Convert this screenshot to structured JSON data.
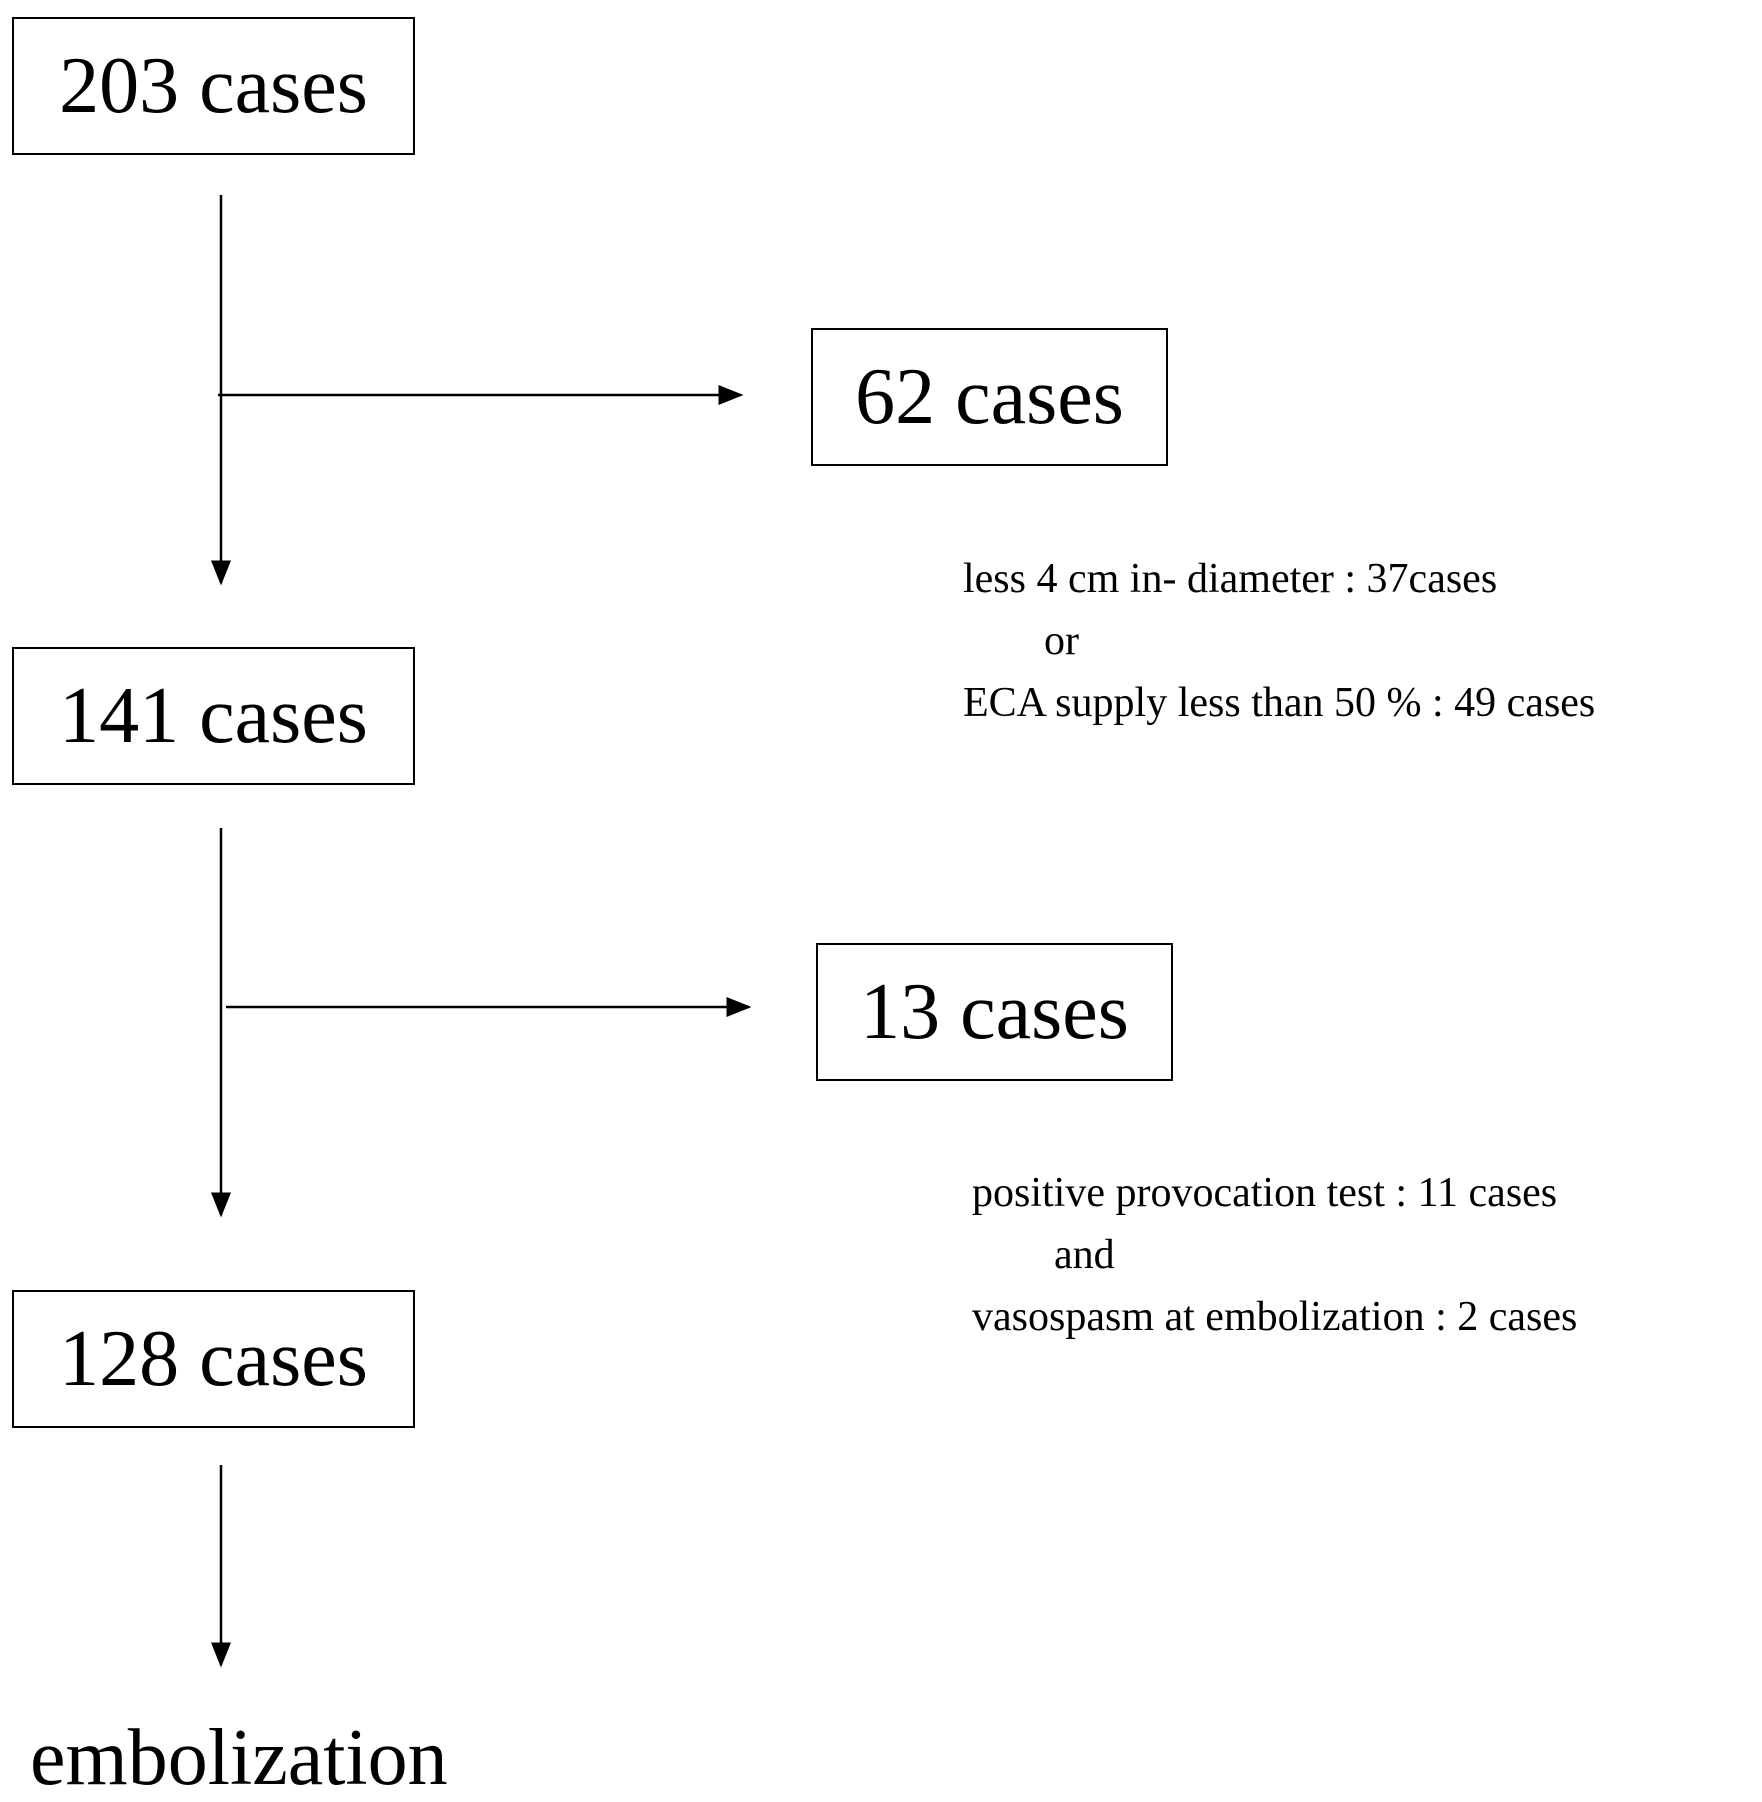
{
  "boxes": {
    "top": "203 cases",
    "excluded_1": "62 cases",
    "middle": "141 cases",
    "excluded_2": "13 cases",
    "bottom": "128 cases"
  },
  "notes": {
    "exclusion_1": {
      "line1": "less 4 cm in- diameter : 37cases",
      "line2": "or",
      "line3": "ECA supply less than 50 % : 49 cases"
    },
    "exclusion_2": {
      "line1": "positive provocation test : 11 cases",
      "line2": "and",
      "line3": "vasospasm at embolization : 2 cases"
    }
  },
  "final_label": "embolization"
}
